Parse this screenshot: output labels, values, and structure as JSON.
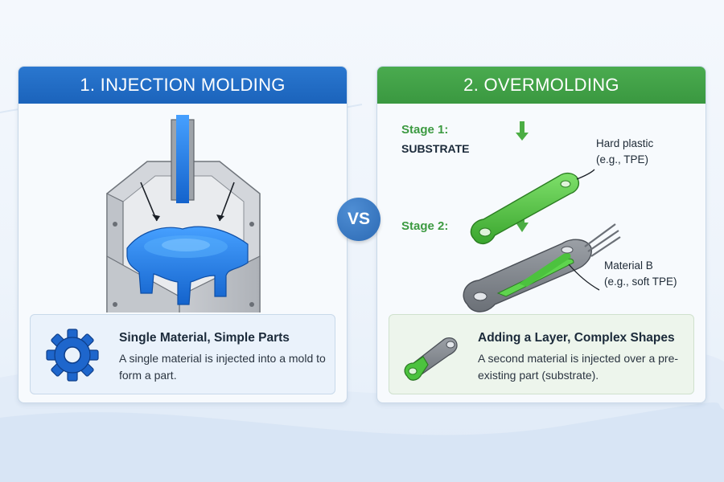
{
  "left_panel": {
    "title": "1. INJECTION MOLDING",
    "info_title": "Single Material, Simple Parts",
    "info_text": "A single material is injected into a mold to form a part."
  },
  "vs_label": "VS",
  "right_panel": {
    "title": "2. OVERMOLDING",
    "stage1_label": "Stage 1:",
    "stage1_sub": "SUBSTRATE",
    "stage2_label": "Stage 2:",
    "callout_hard_line1": "Hard plastic",
    "callout_hard_line2": "(e.g., TPE)",
    "callout_b_line1": "Material B",
    "callout_b_line2": "(e.g., soft TPE)",
    "info_title": "Adding a Layer, Complex Shapes",
    "info_text": "A second material is injected over a pre-existing part (substrate)."
  },
  "colors": {
    "blue_header": "#1b63bb",
    "green_header": "#3a9840",
    "molten_blue": "#1f78e0",
    "part_green": "#4cc23e",
    "mold_gray": "#b8bcc2"
  },
  "icons": [
    "gear-icon",
    "mold-icon",
    "down-arrow-icon",
    "part-icon"
  ]
}
